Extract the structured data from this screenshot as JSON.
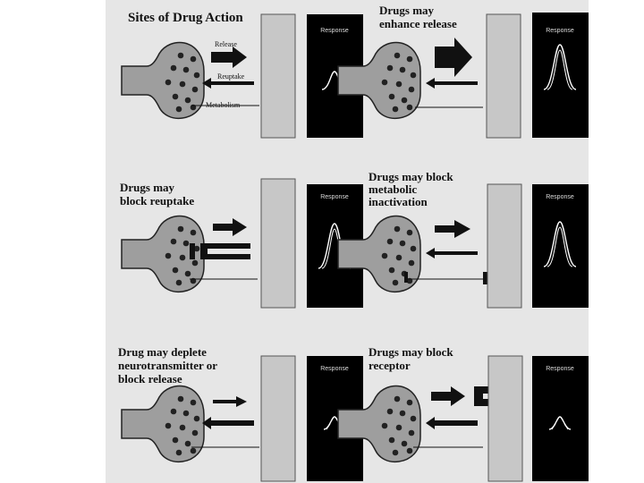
{
  "figure": {
    "background": "#e6e6e6",
    "panel_title": "Sites of Drug Action",
    "labels": {
      "release": "Release",
      "reuptake": "Reuptake",
      "metabolism": "Metabolism",
      "response": "Response"
    },
    "captions": {
      "enhance_release": [
        "Drugs may",
        "enhance release"
      ],
      "block_reuptake": [
        "Drugs may",
        "block reuptake"
      ],
      "block_metabolic": [
        "Drugs may block",
        "metabolic",
        "inactivation"
      ],
      "deplete": [
        "Drug may deplete",
        "neurotransmitter or",
        "block release"
      ],
      "block_receptor": [
        "Drugs may block",
        "receptor"
      ]
    },
    "colors": {
      "terminal": "#9e9e9e",
      "membrane": "#c7c7c7",
      "response_box": "#000000",
      "vesicle": "#222222"
    }
  }
}
